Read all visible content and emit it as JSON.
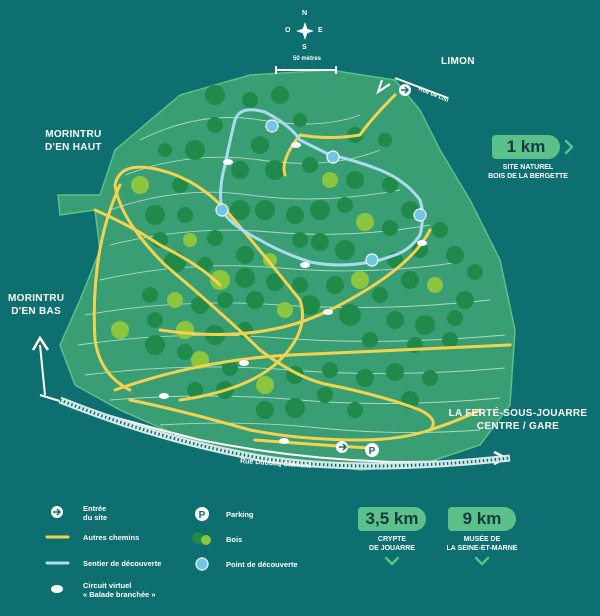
{
  "compass": {
    "n": "N",
    "s": "S",
    "e": "E",
    "o": "O"
  },
  "scale": {
    "label": "50 mètres"
  },
  "places": {
    "limon": "LIMON",
    "morintru_haut_1": "MORINTRU",
    "morintru_haut_2": "D'EN HAUT",
    "morintru_bas_1": "MORINTRU",
    "morintru_bas_2": "D'EN BAS",
    "ferte_1": "LA FERTÉ-SOUS-JOUARRE",
    "ferte_2": "CENTRE / GARE"
  },
  "streets": {
    "rue_lisi": "Rue de Lisi",
    "rue_dubucq": "Rue Dubucq Clément"
  },
  "distances": {
    "bergette": {
      "value": "1 km",
      "line1": "SITE NATUREL",
      "line2": "BOIS DE LA BERGETTE"
    },
    "crypte": {
      "value": "3,5 km",
      "line1": "CRYPTE",
      "line2": "DE JOUARRE"
    },
    "musee": {
      "value": "9 km",
      "line1": "MUSÉE DE",
      "line2": "LA SEINE-ET-MARNE"
    }
  },
  "legend": {
    "entree_1": "Entrée",
    "entree_2": "du site",
    "autres": "Autres chemins",
    "sentier": "Sentier de découverte",
    "circuit_1": "Circuit virtuel",
    "circuit_2": "« Balade branchée »",
    "parking": "Parking",
    "bois": "Bois",
    "point": "Point de découverte",
    "parking_symbol": "P"
  },
  "colors": {
    "background": "#0e6f70",
    "park": "#3a9e74",
    "park_stroke": "#5cc08a",
    "tree_dark": "#1f8a4a",
    "tree_light": "#8cc63f",
    "other_paths": "#f2d34f",
    "discovery_path": "#a9dcef",
    "discovery_point": "#6fc7e8",
    "badge": "#5cc08a"
  },
  "icons": {
    "compass": "compass-rose-icon",
    "entrance": "entrance-arrow-icon",
    "parking": "parking-icon",
    "point": "star-icon",
    "circuit": "footprints-icon",
    "woods": "tree-icon",
    "chevron": "chevron-right-icon"
  }
}
